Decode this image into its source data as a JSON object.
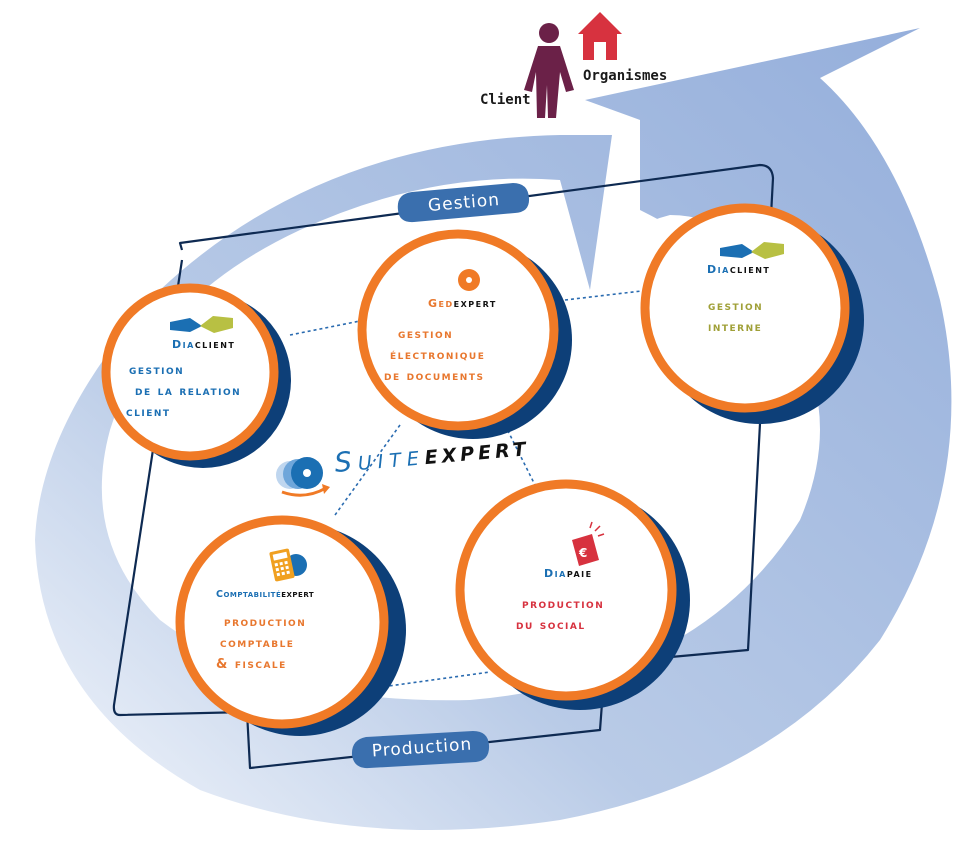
{
  "top": {
    "client_label": "Client",
    "organismes_label": "Organismes"
  },
  "frame": {
    "gestion_label": "Gestion",
    "production_label": "Production"
  },
  "brand": {
    "suite": "Suite",
    "expert": "expert"
  },
  "products": [
    {
      "name_prefix": "Dia",
      "name_suffix": "client",
      "line1": "gestion",
      "line2": "de la relation",
      "line3": "client",
      "color": "#1b6fb3"
    },
    {
      "name_prefix": "Ged",
      "name_suffix": "expert",
      "line1": "gestion",
      "line2": "électronique",
      "line3": "de documents",
      "color": "#e8772e"
    },
    {
      "name_prefix": "Dia",
      "name_suffix": "client",
      "line1": "gestion",
      "line2": "interne",
      "line3": "",
      "color": "#a0a038"
    },
    {
      "name_prefix": "Comptabilité",
      "name_suffix": "expert",
      "line1": "production",
      "line2": "comptable",
      "line3": "& fiscale",
      "color": "#e8772e"
    },
    {
      "name_prefix": "Dia",
      "name_suffix": "paie",
      "line1": "production",
      "line2": "du social",
      "line3": "",
      "color": "#d7323f"
    }
  ],
  "colors": {
    "arrow": "#9bb3da",
    "ring": "#f07a26",
    "shadow": "#0d3f78",
    "frame": "#0e2a52",
    "pill": "#3a6fae",
    "person": "#6b2148",
    "house": "#d7323f"
  }
}
